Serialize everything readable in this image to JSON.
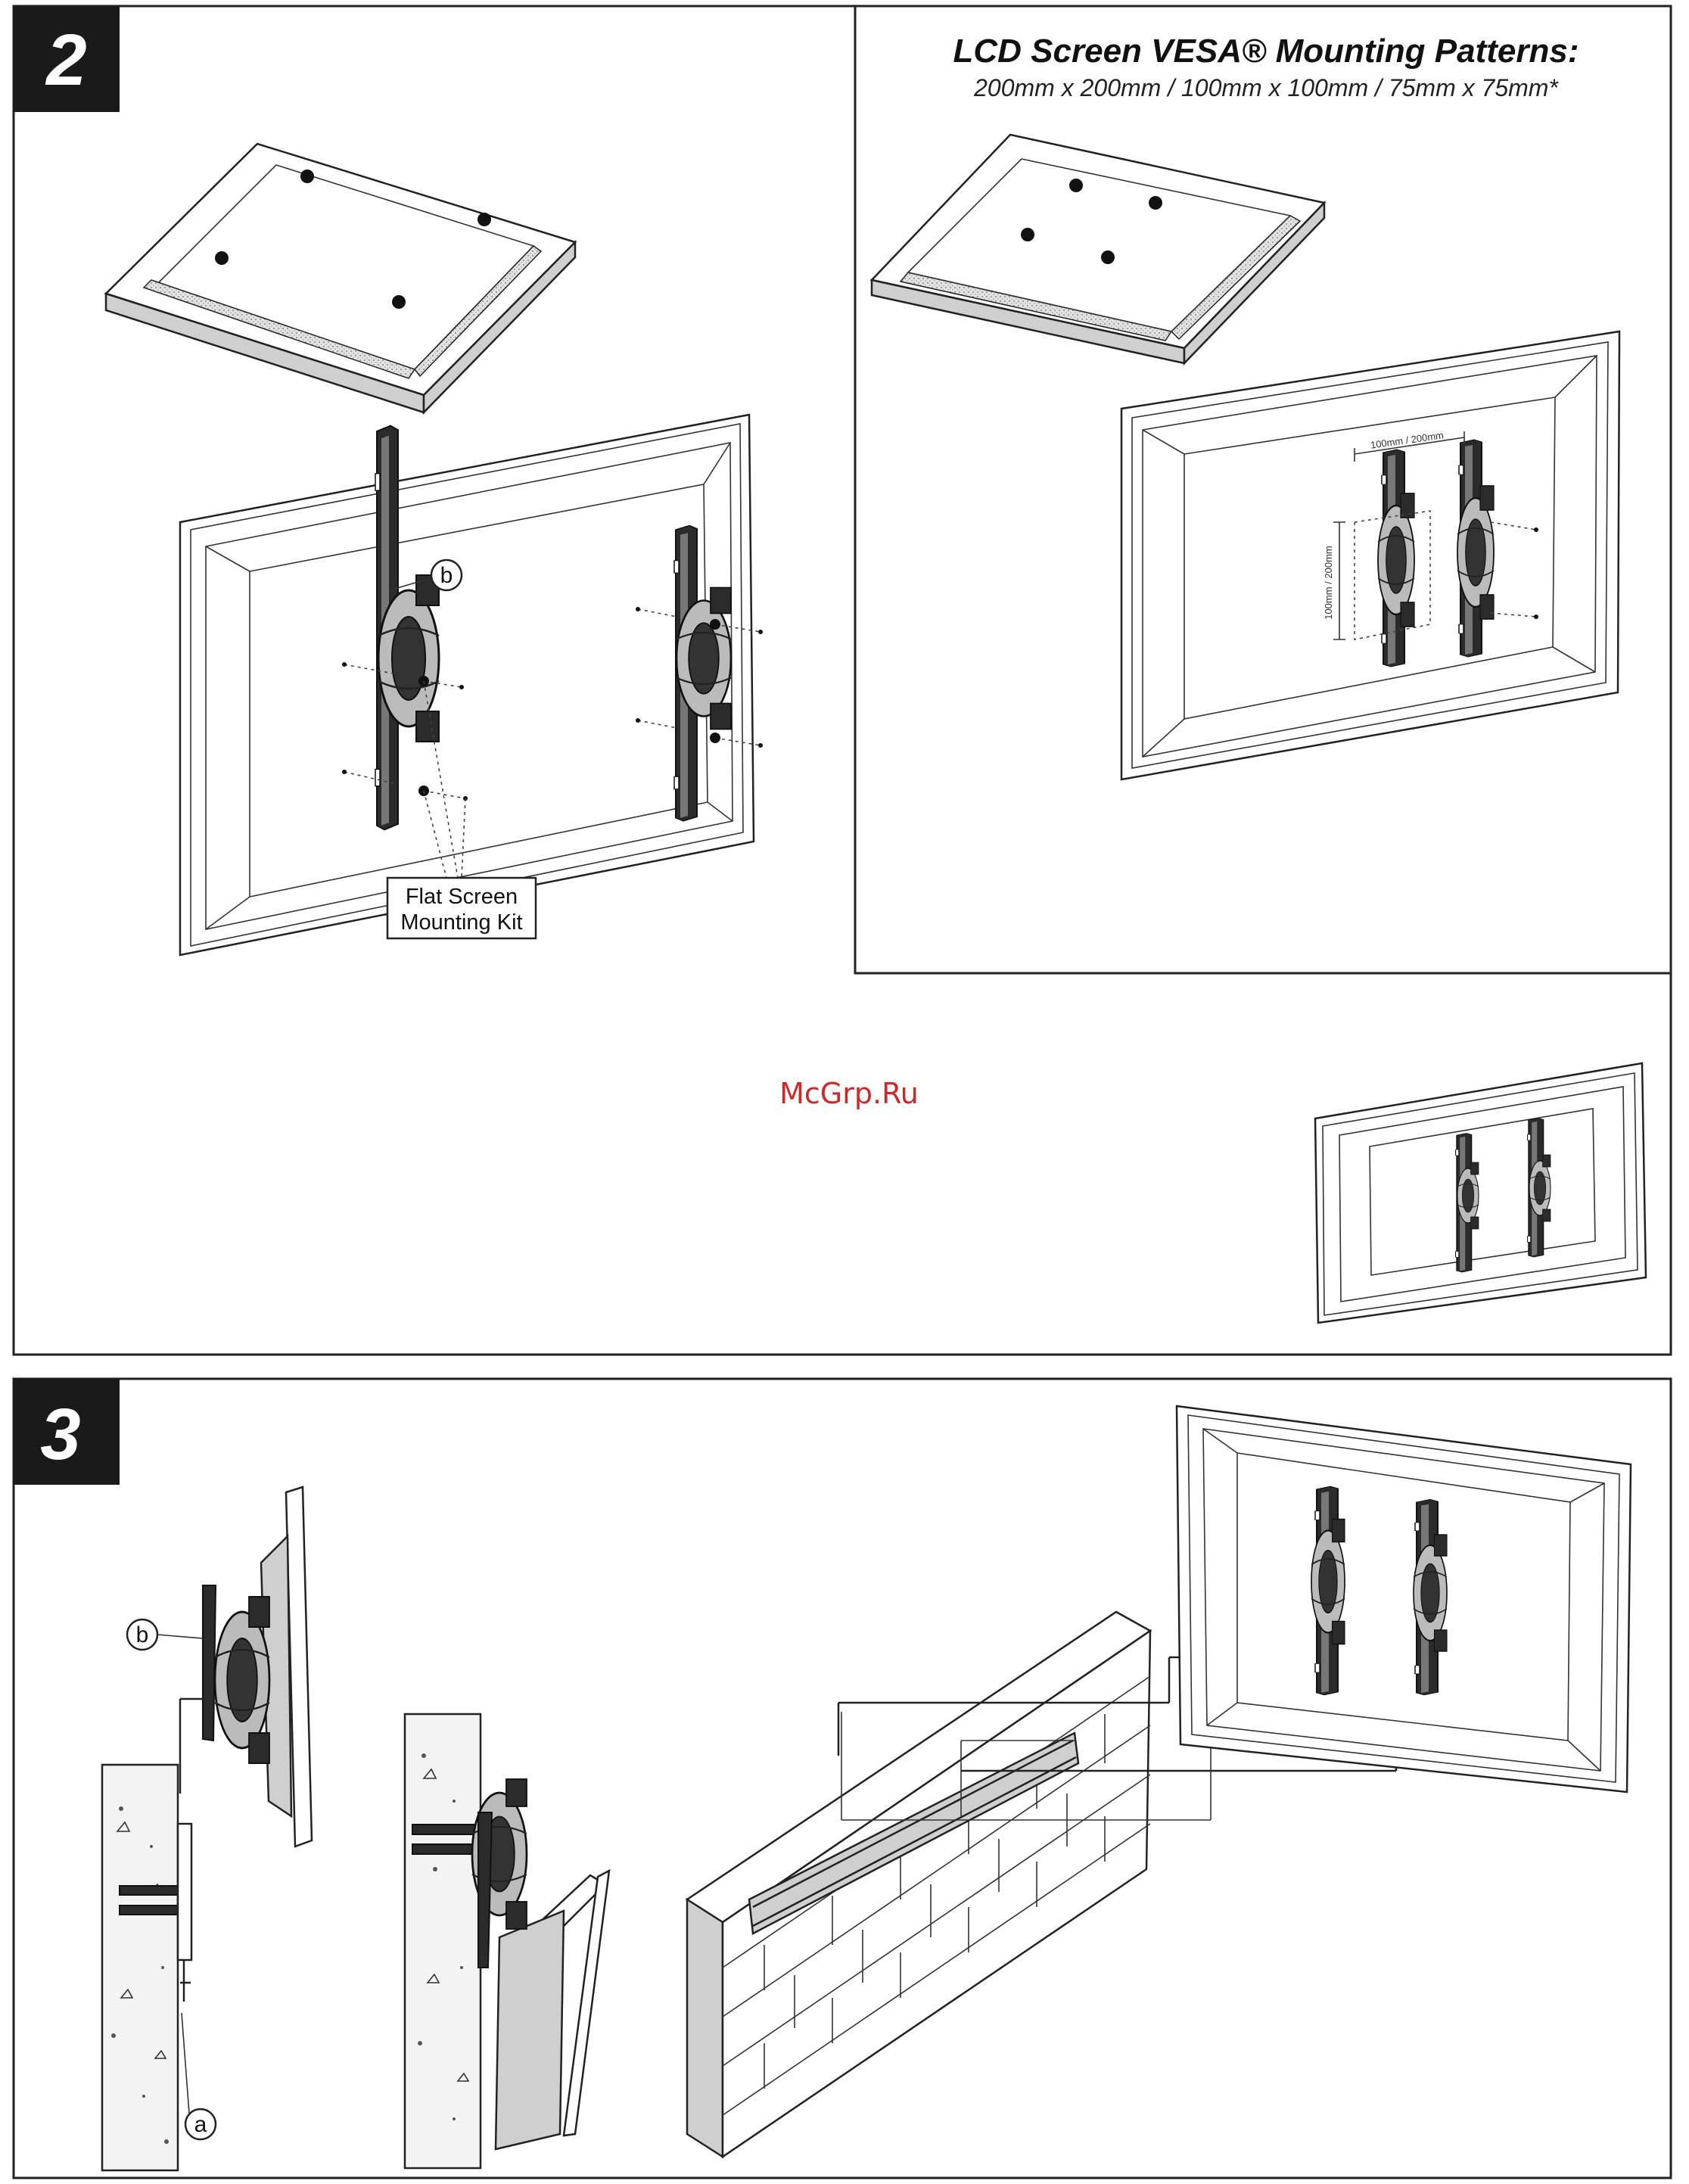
{
  "step2": {
    "number": "2",
    "vesa_title": "LCD Screen VESA® Mounting Patterns:",
    "vesa_subtitle": "200mm x 200mm / 100mm x 100mm / 75mm x 75mm*",
    "callout_b": "b",
    "kit_label_line1": "Flat Screen",
    "kit_label_line2": "Mounting Kit",
    "dim_horizontal": "100mm / 200mm",
    "dim_vertical": "100mm / 200mm"
  },
  "watermark": "McGrp.Ru",
  "step3": {
    "number": "3",
    "callout_b": "b",
    "callout_a": "a"
  },
  "colors": {
    "badge": "#1a1a1a",
    "watermark": "#cc2a2a",
    "line": "#222222"
  }
}
